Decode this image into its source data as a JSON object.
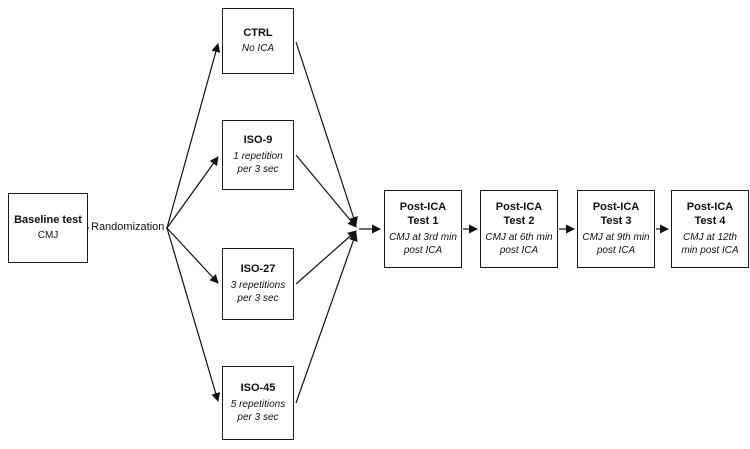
{
  "diagram": {
    "baseline": {
      "title": "Baseline test",
      "subtitle": "CMJ"
    },
    "randomization_label": "Randomization",
    "branches": [
      {
        "title": "CTRL",
        "subtitle": "No ICA"
      },
      {
        "title": "ISO-9",
        "subtitle": "1 repetition per 3 sec"
      },
      {
        "title": "ISO-27",
        "subtitle": "3 repetitions per 3 sec"
      },
      {
        "title": "ISO-45",
        "subtitle": "5 repetitions per 3 sec"
      }
    ],
    "tests": [
      {
        "title": "Post-ICA Test 1",
        "subtitle": "CMJ at 3rd min post ICA"
      },
      {
        "title": "Post-ICA Test 2",
        "subtitle": "CMJ at 6th min post ICA"
      },
      {
        "title": "Post-ICA Test 3",
        "subtitle": "CMJ at 9th min post ICA"
      },
      {
        "title": "Post-ICA Test 4",
        "subtitle": "CMJ at 12th min post ICA"
      }
    ]
  }
}
